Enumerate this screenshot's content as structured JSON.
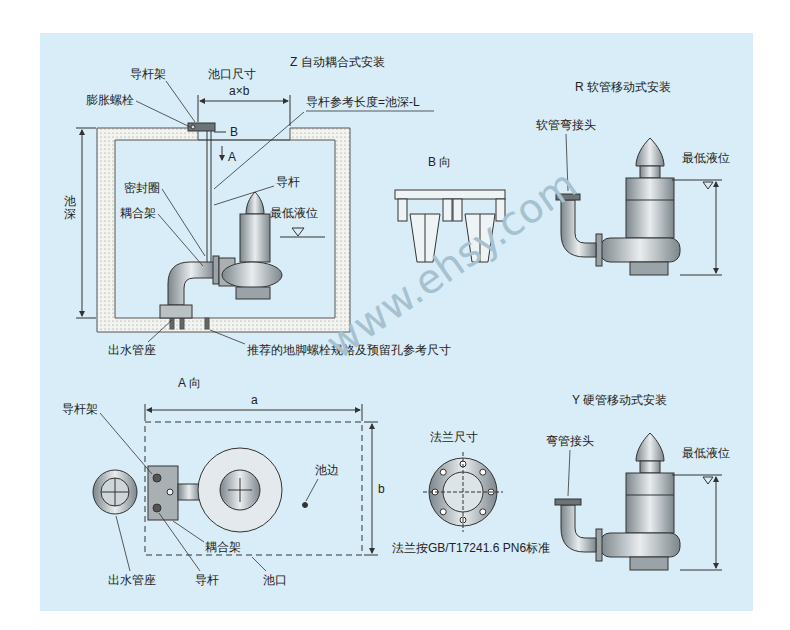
{
  "diagram": {
    "labels": [
      "Z 自动耦合式安装",
      "导杆架",
      "池口尺寸",
      "a×b",
      "膨胀螺栓",
      "B",
      "导杆参考长度=池深-L",
      "A",
      "导杆",
      "池深",
      "密封圈",
      "耦合架",
      "最低液位",
      "出水管座",
      "推荐的地脚螺栓规格及预留孔参考尺寸",
      "B 向",
      "R 软管移动式安装",
      "软管弯接头",
      "最低液位",
      "A 向",
      "导杆架",
      "a",
      "池边",
      "b",
      "耦合架",
      "出水管座",
      "导杆",
      "池口",
      "法兰尺寸",
      "法兰按GB/T17241.6 PN6标准",
      "Y 硬管移动式安装",
      "弯管接头",
      "最低液位",
      "www.ehsy.com"
    ]
  }
}
